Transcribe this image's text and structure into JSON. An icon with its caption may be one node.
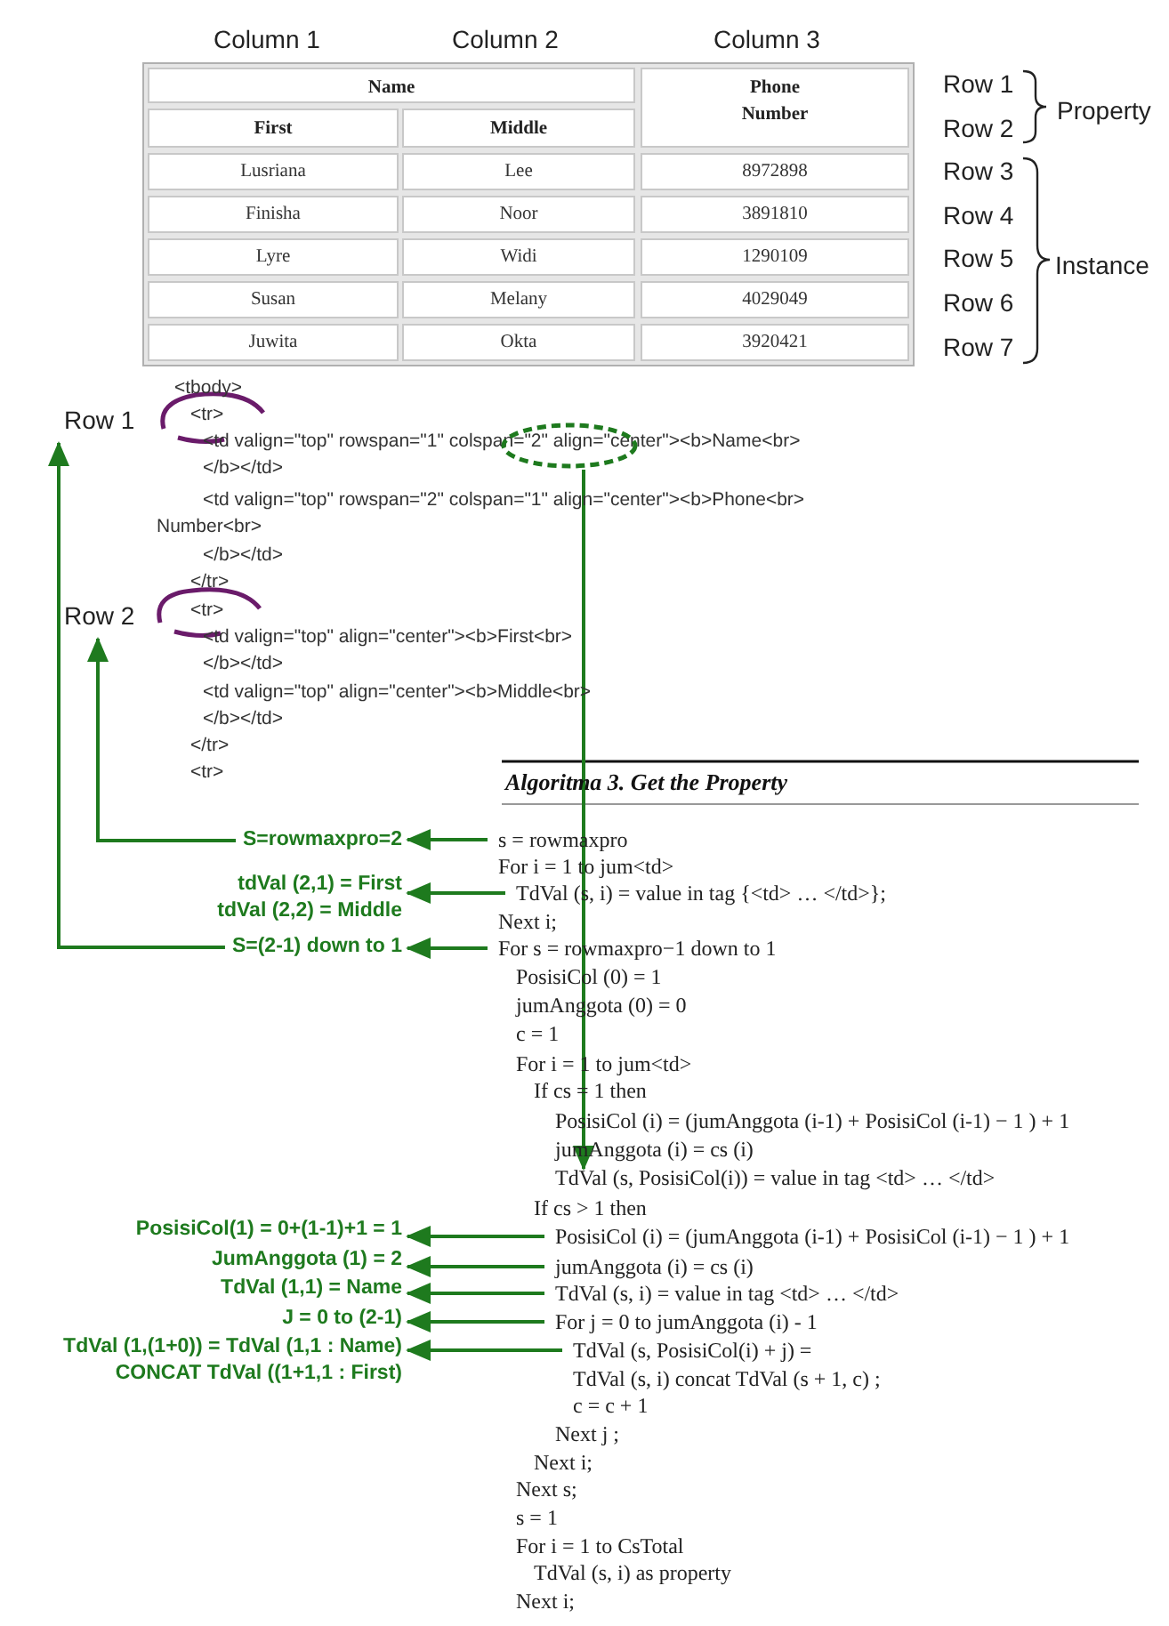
{
  "diagram": {
    "title": "Algoritma 3. Get the Property",
    "nodes": [
      {
        "text": [
          "Row 1"
        ]
      },
      {
        "text": [
          "Row 2"
        ]
      },
      {
        "text": [],
        "shape": "ellipse"
      },
      {
        "text": [
          "S=rowmaxpro=2"
        ]
      },
      {
        "text": [
          "tdVal (2,1) = First",
          "tdVal (2,2) = Middle"
        ]
      },
      {
        "text": [
          "S=(2-1) down to 1"
        ]
      },
      {
        "text": [
          "PosisiCol(1) = 0+(1-1)+1 = 1"
        ]
      },
      {
        "text": [
          "JumAnggota (1) = 2"
        ]
      },
      {
        "text": [
          "TdVal (1,1) = Name"
        ]
      },
      {
        "text": [
          "J = 0 to (2-1)"
        ]
      },
      {
        "text": [
          "TdVal (1,(1+0)) = TdVal (1,1 : Name)",
          "CONCAT TdVal ((1+1,1 : First)"
        ]
      },
      {
        "text": [
          "s = rowmaxpro"
        ]
      },
      {
        "text": [
          "TdVal (s, i) = value in tag {<td> … </td>};"
        ]
      },
      {
        "text": [
          "For s = rowmaxpro−1 down to 1"
        ]
      },
      {
        "text": [
          "TdVal (s, PosisiCol(i)) = value in tag <td> … </td>"
        ]
      },
      {
        "text": [
          "PosisiCol (i) = (jumAnggota (i-1) + PosisiCol (i-1) − 1 ) + 1"
        ]
      },
      {
        "text": [
          "jumAnggota (i) = cs (i)"
        ]
      },
      {
        "text": [
          "TdVal (s, i) = value in tag <td> … </td>"
        ]
      },
      {
        "text": [
          "For j = 0 to jumAnggota (i) - 1"
        ]
      },
      {
        "text": [
          "TdVal (s, PosisiCol(i) + j) ="
        ]
      }
    ],
    "edges": [
      {
        "from": 5,
        "to": 0,
        "arrow": "to"
      },
      {
        "from": 3,
        "to": 1,
        "arrow": "to"
      },
      {
        "from": 11,
        "to": 3,
        "arrow": "to"
      },
      {
        "from": 12,
        "to": 4,
        "arrow": "to"
      },
      {
        "from": 13,
        "to": 5,
        "arrow": "to"
      },
      {
        "from": 2,
        "to": 14,
        "arrow": "to"
      },
      {
        "from": 15,
        "to": 6,
        "arrow": "to"
      },
      {
        "from": 16,
        "to": 7,
        "arrow": "to"
      },
      {
        "from": 17,
        "to": 8,
        "arrow": "to"
      },
      {
        "from": 18,
        "to": 9,
        "arrow": "to"
      },
      {
        "from": 19,
        "to": 10,
        "arrow": "to"
      }
    ],
    "labels": [
      "Column 1",
      "Column 2",
      "Column 3",
      "Name",
      "Phone Number",
      "First",
      "Middle",
      "Lusriana",
      "Lee",
      "8972898",
      "Finisha",
      "Noor",
      "3891810",
      "Lyre",
      "Widi",
      "1290109",
      "Susan",
      "Melany",
      "4029049",
      "Juwita",
      "Okta",
      "3920421",
      "Row 1",
      "Row 2",
      "Row 3",
      "Row 4",
      "Row 5",
      "Row 6",
      "Row 7",
      "Property",
      "Instance",
      "<tbody>",
      "<tr>",
      "<td valign=\"top\" rowspan=\"1\" colspan=\"2\" align=\"center\"><b>Name<br>",
      "</b></td>",
      "<td valign=\"top\" rowspan=\"2\" colspan=\"1\" align=\"center\"><b>Phone<br>",
      "Number<br>",
      "</b></td>",
      "</tr>",
      "<tr>",
      "<td valign=\"top\" align=\"center\"><b>First<br>",
      "</b></td>",
      "<td valign=\"top\" align=\"center\"><b>Middle<br>",
      "</b></td>",
      "</tr>",
      "<tr>",
      "For i = 1 to jum<td>",
      "Next i;",
      "PosisiCol (0) = 1",
      "jumAnggota (0) = 0",
      "c = 1",
      "For i = 1 to jum<td>",
      "If cs = 1 then",
      "PosisiCol (i) = (jumAnggota (i-1) + PosisiCol (i-1) − 1 ) + 1",
      "jumAnggota (i) = cs (i)",
      "If cs > 1 then",
      "TdVal (s, i) concat TdVal (s + 1, c) ;",
      "c = c + 1",
      "Next j ;",
      "Next i;",
      "Next s;",
      "s = 1",
      "For i = 1 to CsTotal",
      "TdVal (s, i) as property",
      "Next i;"
    ]
  }
}
